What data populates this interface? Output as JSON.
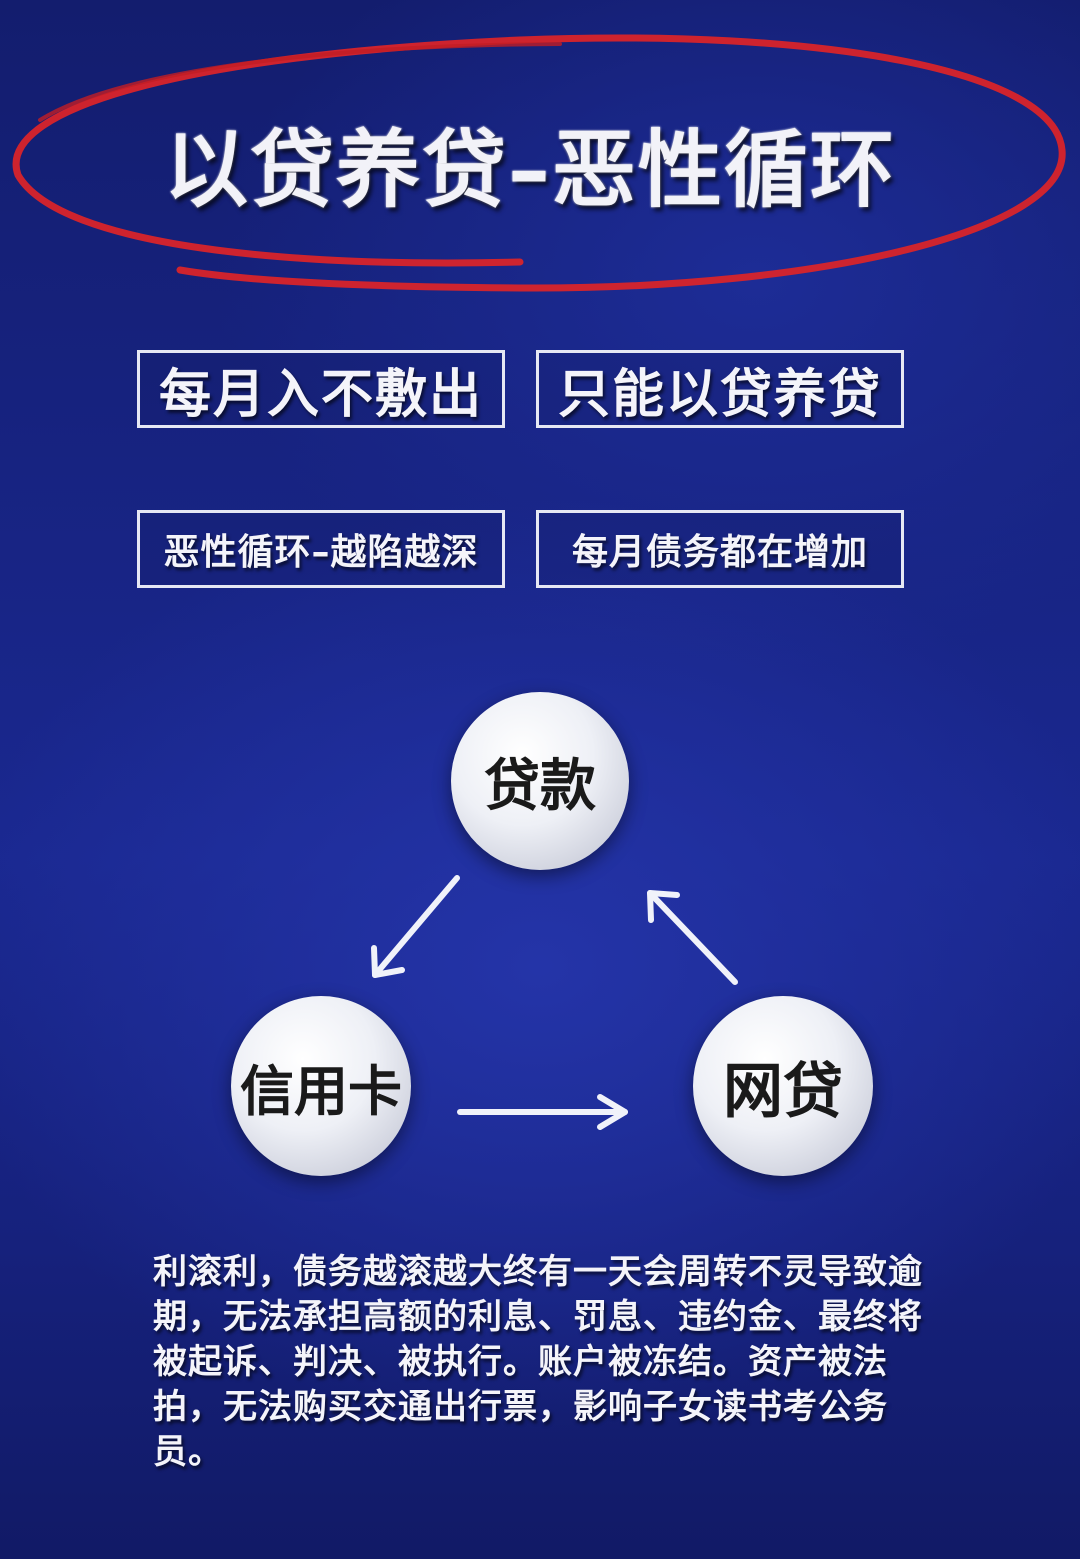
{
  "title": "以贷养贷–恶性循环",
  "colors": {
    "background": "#172381",
    "title_ellipse": "#d8242a",
    "box_border": "#e6e8f4",
    "node_fill": "#eef0f6",
    "arrow": "#f0f2fa"
  },
  "boxes": [
    {
      "label": "每月入不敷出"
    },
    {
      "label": "只能以贷养贷"
    },
    {
      "label": "恶性循环–越陷越深"
    },
    {
      "label": "每月债务都在增加"
    }
  ],
  "cycle": {
    "nodes": {
      "loan": "贷款",
      "credit_card": "信用卡",
      "online_loan": "网贷"
    },
    "flow": [
      "贷款",
      "信用卡",
      "网贷",
      "贷款"
    ]
  },
  "description": "利滚利，债务越滚越大终有一天会周转不灵导致逾期，无法承担高额的利息、罚息、违约金、最终将被起诉、判决、被执行。账户被冻结。资产被法拍，无法购买交通出行票，影响子女读书考公务员。"
}
